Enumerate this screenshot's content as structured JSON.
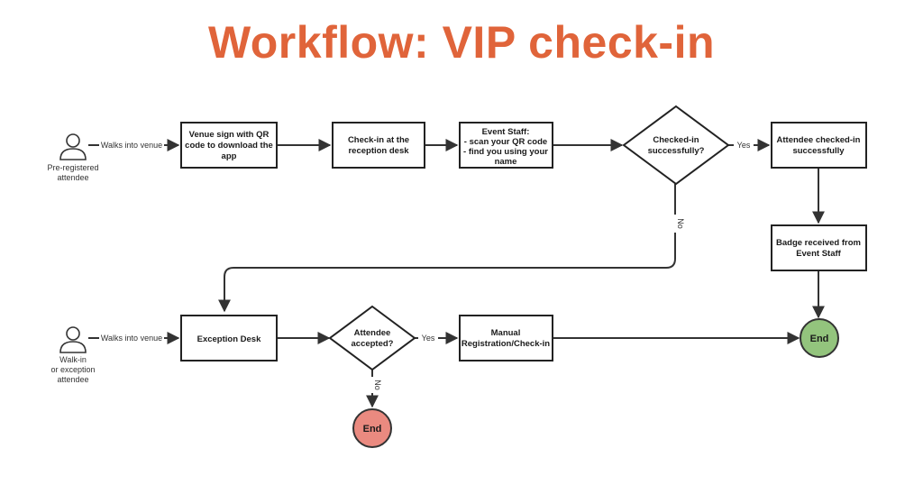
{
  "title": "Workflow: VIP check-in",
  "colors": {
    "title": "#e0643a",
    "end_success": "#93c47d",
    "end_fail": "#ea8a80",
    "line": "#333333"
  },
  "actors": {
    "preregistered": [
      "Pre-registered",
      "attendee"
    ],
    "walkin": [
      "Walk-in",
      "or exception",
      "attendee"
    ]
  },
  "nodes": {
    "venue_sign": [
      "Venue sign with QR",
      "code to download the",
      "app"
    ],
    "reception": [
      "Check-in at the",
      "reception desk"
    ],
    "event_staff": [
      "Event Staff:",
      "- scan your QR code",
      "- find you using your",
      "name"
    ],
    "checked_in_decision": [
      "Checked-in",
      "successfully?"
    ],
    "attendee_checked_in": [
      "Attendee checked-in",
      "successfully"
    ],
    "badge": [
      "Badge received from",
      "Event Staff"
    ],
    "exception_desk": [
      "Exception Desk"
    ],
    "accepted_decision": [
      "Attendee",
      "accepted?"
    ],
    "manual_reg": [
      "Manual",
      "Registration/Check-in"
    ],
    "end_success": "End",
    "end_fail": "End"
  },
  "edge_labels": {
    "walks_into_venue_1": "Walks into venue",
    "walks_into_venue_2": "Walks into venue",
    "yes_1": "Yes",
    "no_1": "No",
    "yes_2": "Yes",
    "no_2": "No"
  }
}
